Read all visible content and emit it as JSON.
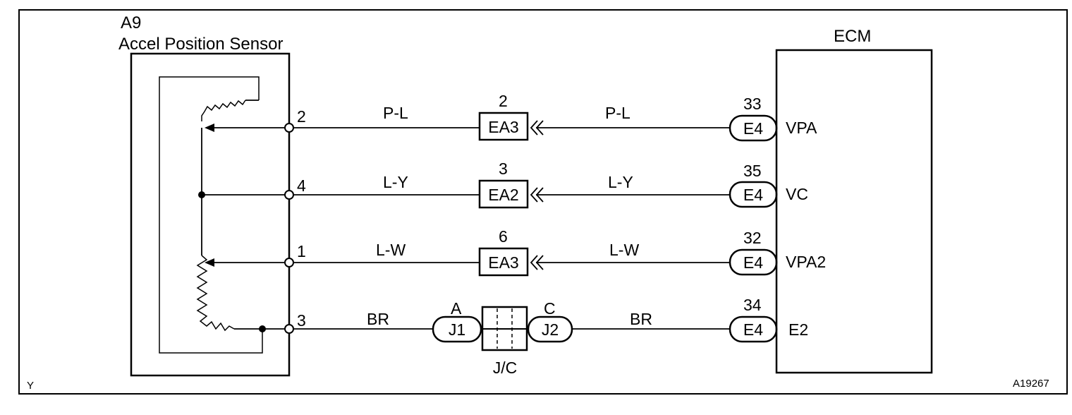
{
  "sensor": {
    "code": "A9",
    "name": "Accel Position Sensor"
  },
  "ecm": {
    "title": "ECM"
  },
  "circuits": [
    {
      "sensor_pin": "2",
      "wire_left": "P-L",
      "connector": "EA3",
      "connector_pin": "2",
      "wire_right": "P-L",
      "ecm_connector": "E4",
      "ecm_pin": "33",
      "ecm_terminal": "VPA"
    },
    {
      "sensor_pin": "4",
      "wire_left": "L-Y",
      "connector": "EA2",
      "connector_pin": "3",
      "wire_right": "L-Y",
      "ecm_connector": "E4",
      "ecm_pin": "35",
      "ecm_terminal": "VC"
    },
    {
      "sensor_pin": "1",
      "wire_left": "L-W",
      "connector": "EA3",
      "connector_pin": "6",
      "wire_right": "L-W",
      "ecm_connector": "E4",
      "ecm_pin": "32",
      "ecm_terminal": "VPA2"
    }
  ],
  "ground": {
    "sensor_pin": "3",
    "wire_left": "BR",
    "jc_left_connector": "J1",
    "jc_left_pin": "A",
    "jc_right_connector": "J2",
    "jc_right_pin": "C",
    "jc_label": "J/C",
    "wire_right": "BR",
    "ecm_connector": "E4",
    "ecm_pin": "34",
    "ecm_terminal": "E2"
  },
  "footer": {
    "left_code": "Y",
    "figure_id": "A19267"
  }
}
